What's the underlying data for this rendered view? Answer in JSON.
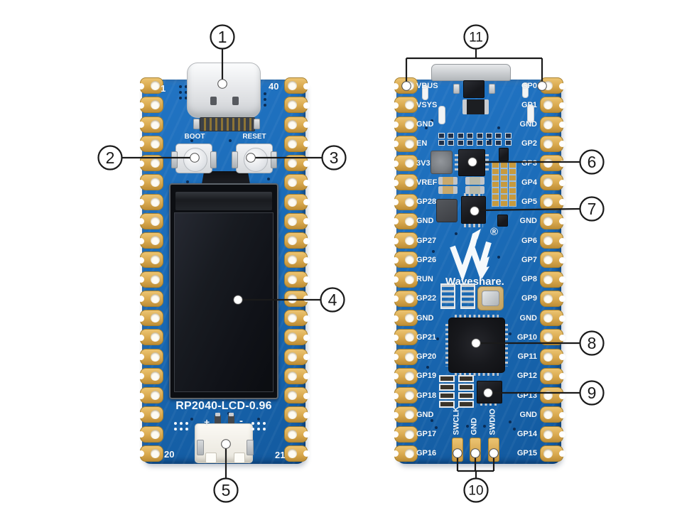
{
  "colors": {
    "page_bg": "#ffffff",
    "board_blue": "#1b6cb8",
    "board_blue_dark": "#10518f",
    "pad_gold": "#d9a94e",
    "silkscreen": "#f5f9fc",
    "callout_ink": "#1a1a1a"
  },
  "front_board": {
    "boot_label": "BOOT",
    "reset_label": "RESET",
    "model_label": "RP2040-LCD-0.96",
    "battery_plus": "+",
    "battery_minus": "-",
    "pin_top_left": "1",
    "pin_top_right": "40",
    "pin_bottom_left": "20",
    "pin_bottom_right": "21"
  },
  "back_board": {
    "brand": "Waveshare.",
    "registered_mark": "®",
    "left_pins": [
      "VBUS",
      "VSYS",
      "GND",
      "EN",
      "3V3",
      "VREF",
      "GP28",
      "GND",
      "GP27",
      "GP26",
      "RUN",
      "GP22",
      "GND",
      "GP21",
      "GP20",
      "GP19",
      "GP18",
      "GND",
      "GP17",
      "GP16"
    ],
    "right_pins": [
      "GP0",
      "GP1",
      "GND",
      "GP2",
      "GP3",
      "GP4",
      "GP5",
      "GND",
      "GP6",
      "GP7",
      "GP8",
      "GP9",
      "GND",
      "GP10",
      "GP11",
      "GP12",
      "GP13",
      "GND",
      "GP14",
      "GP15"
    ],
    "swd_pins": [
      "SWCLK",
      "GND",
      "SWDIO"
    ]
  },
  "callouts": {
    "numbers": [
      "1",
      "2",
      "3",
      "4",
      "5",
      "6",
      "7",
      "8",
      "9",
      "10",
      "11"
    ]
  }
}
